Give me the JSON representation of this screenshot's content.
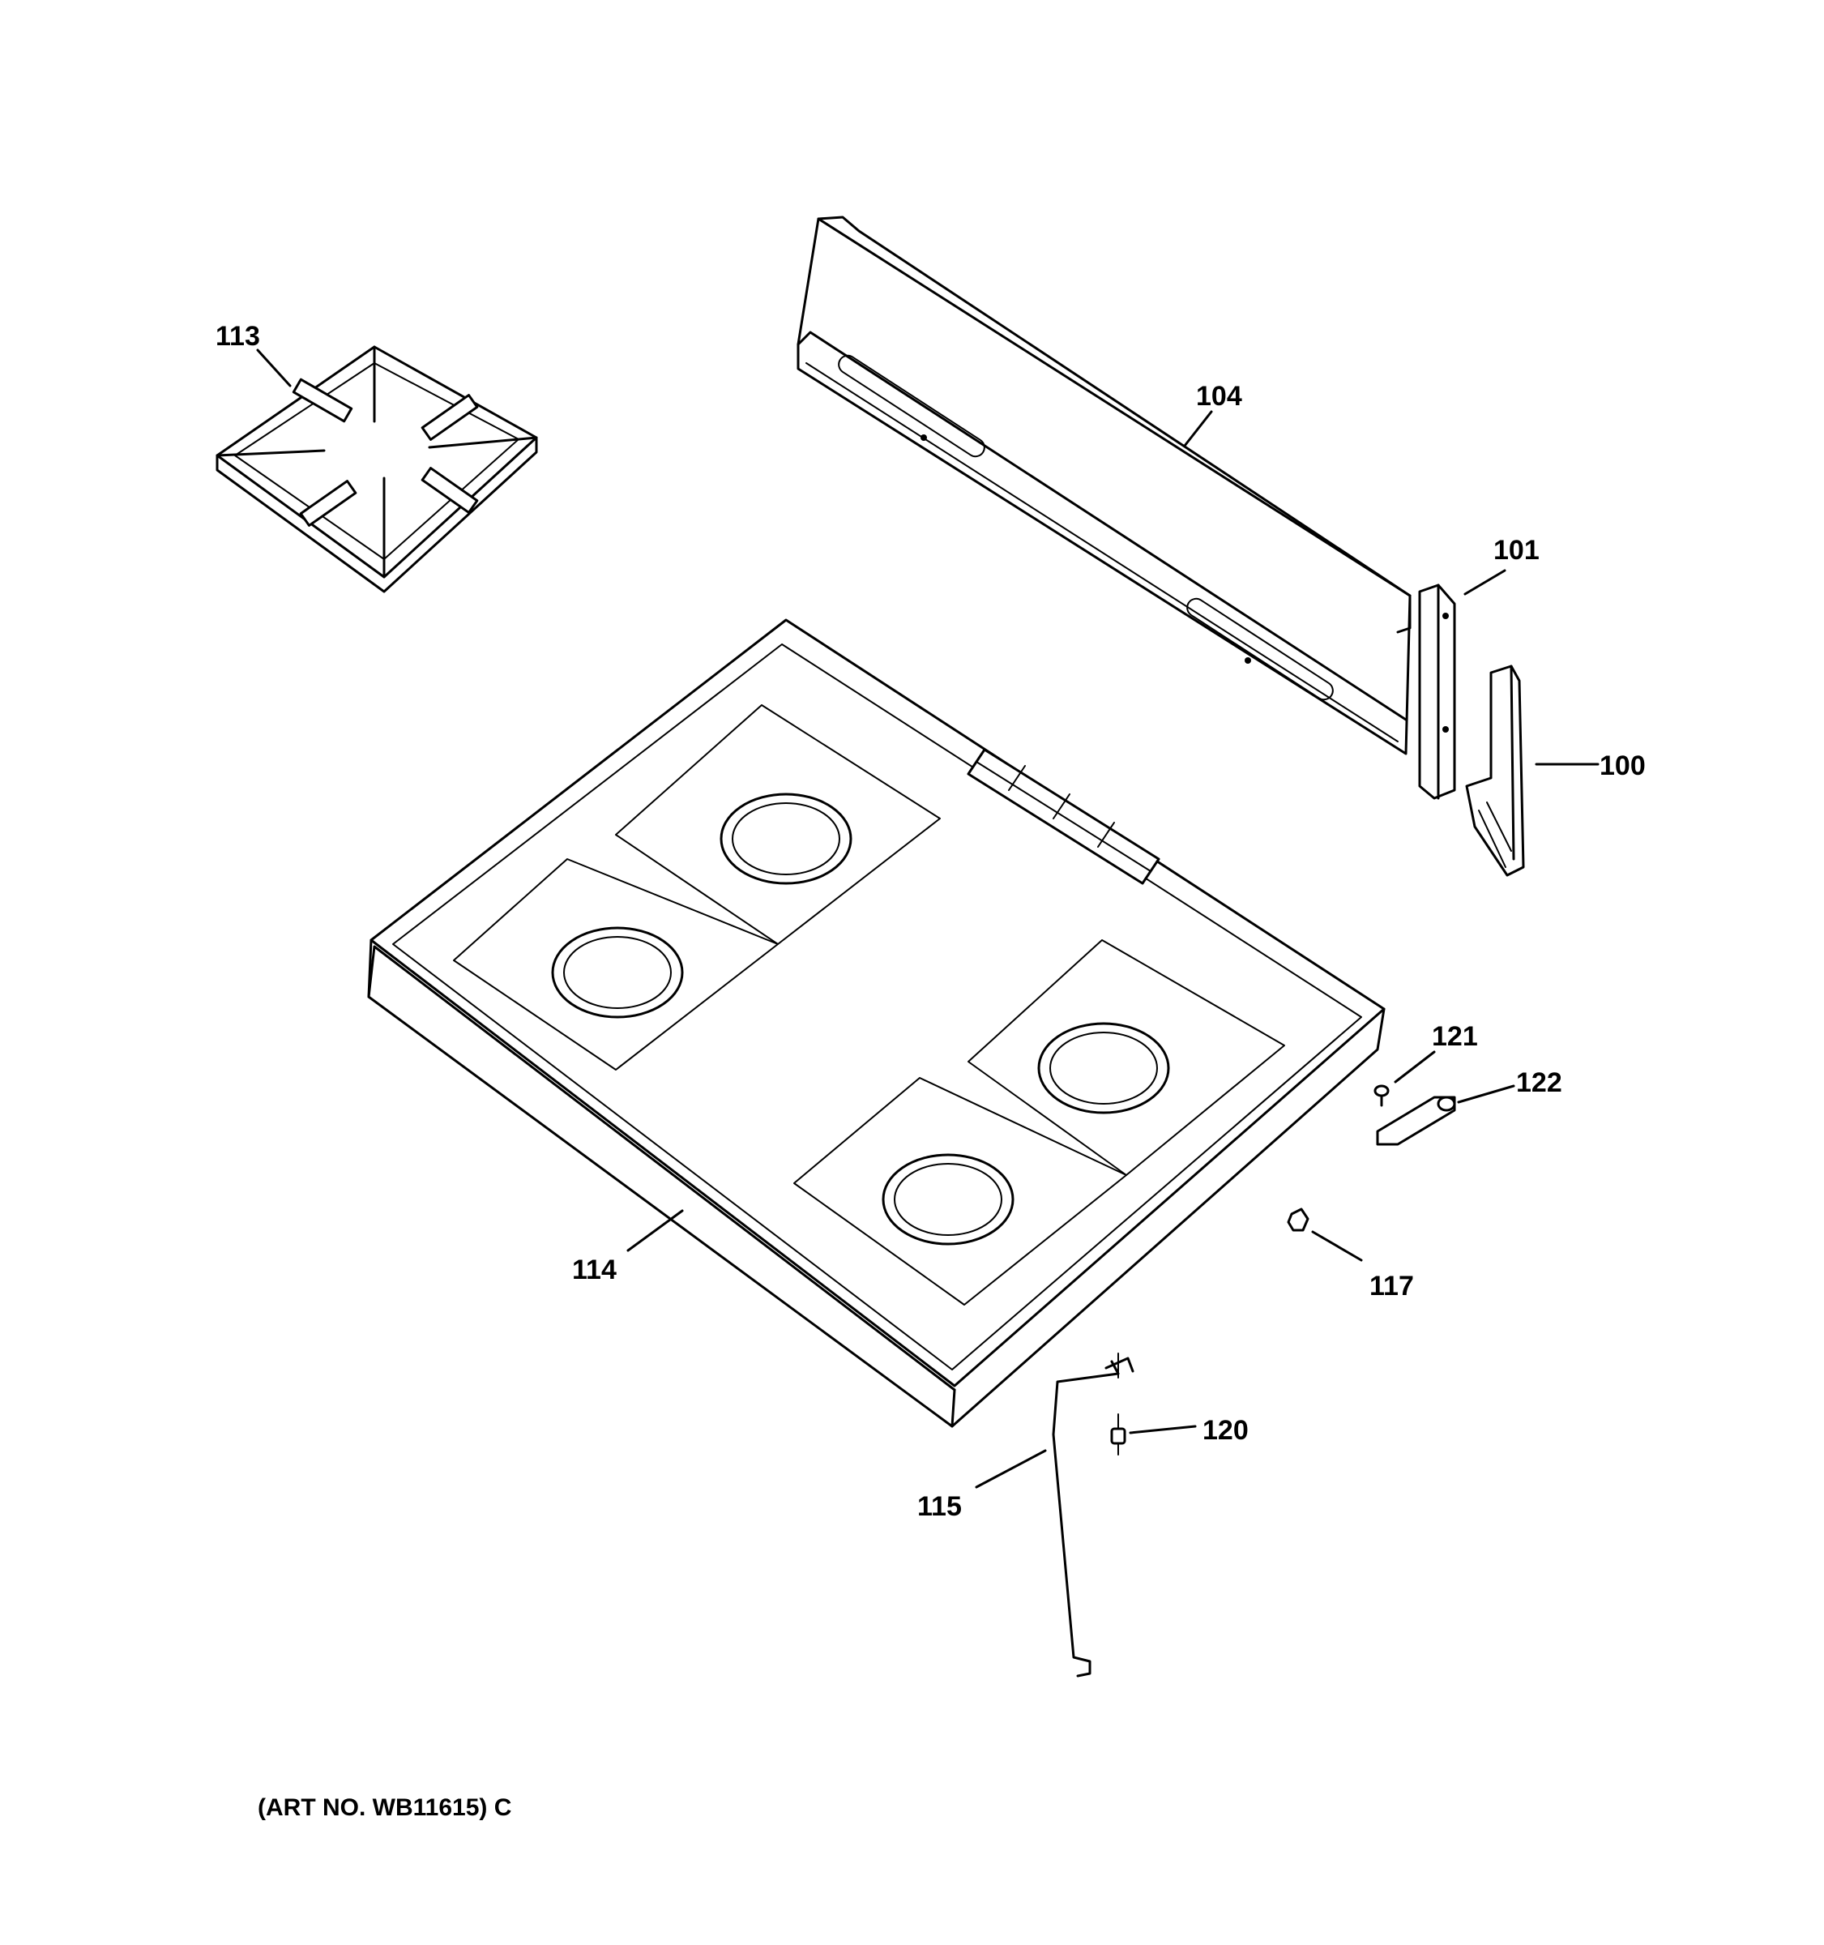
{
  "callouts": [
    {
      "id": "113",
      "label": "113"
    },
    {
      "id": "104",
      "label": "104"
    },
    {
      "id": "101",
      "label": "101"
    },
    {
      "id": "100",
      "label": "100"
    },
    {
      "id": "121",
      "label": "121"
    },
    {
      "id": "122",
      "label": "122"
    },
    {
      "id": "117",
      "label": "117"
    },
    {
      "id": "114",
      "label": "114"
    },
    {
      "id": "120",
      "label": "120"
    },
    {
      "id": "115",
      "label": "115"
    }
  ],
  "art_number": "(ART NO. WB11615) C"
}
